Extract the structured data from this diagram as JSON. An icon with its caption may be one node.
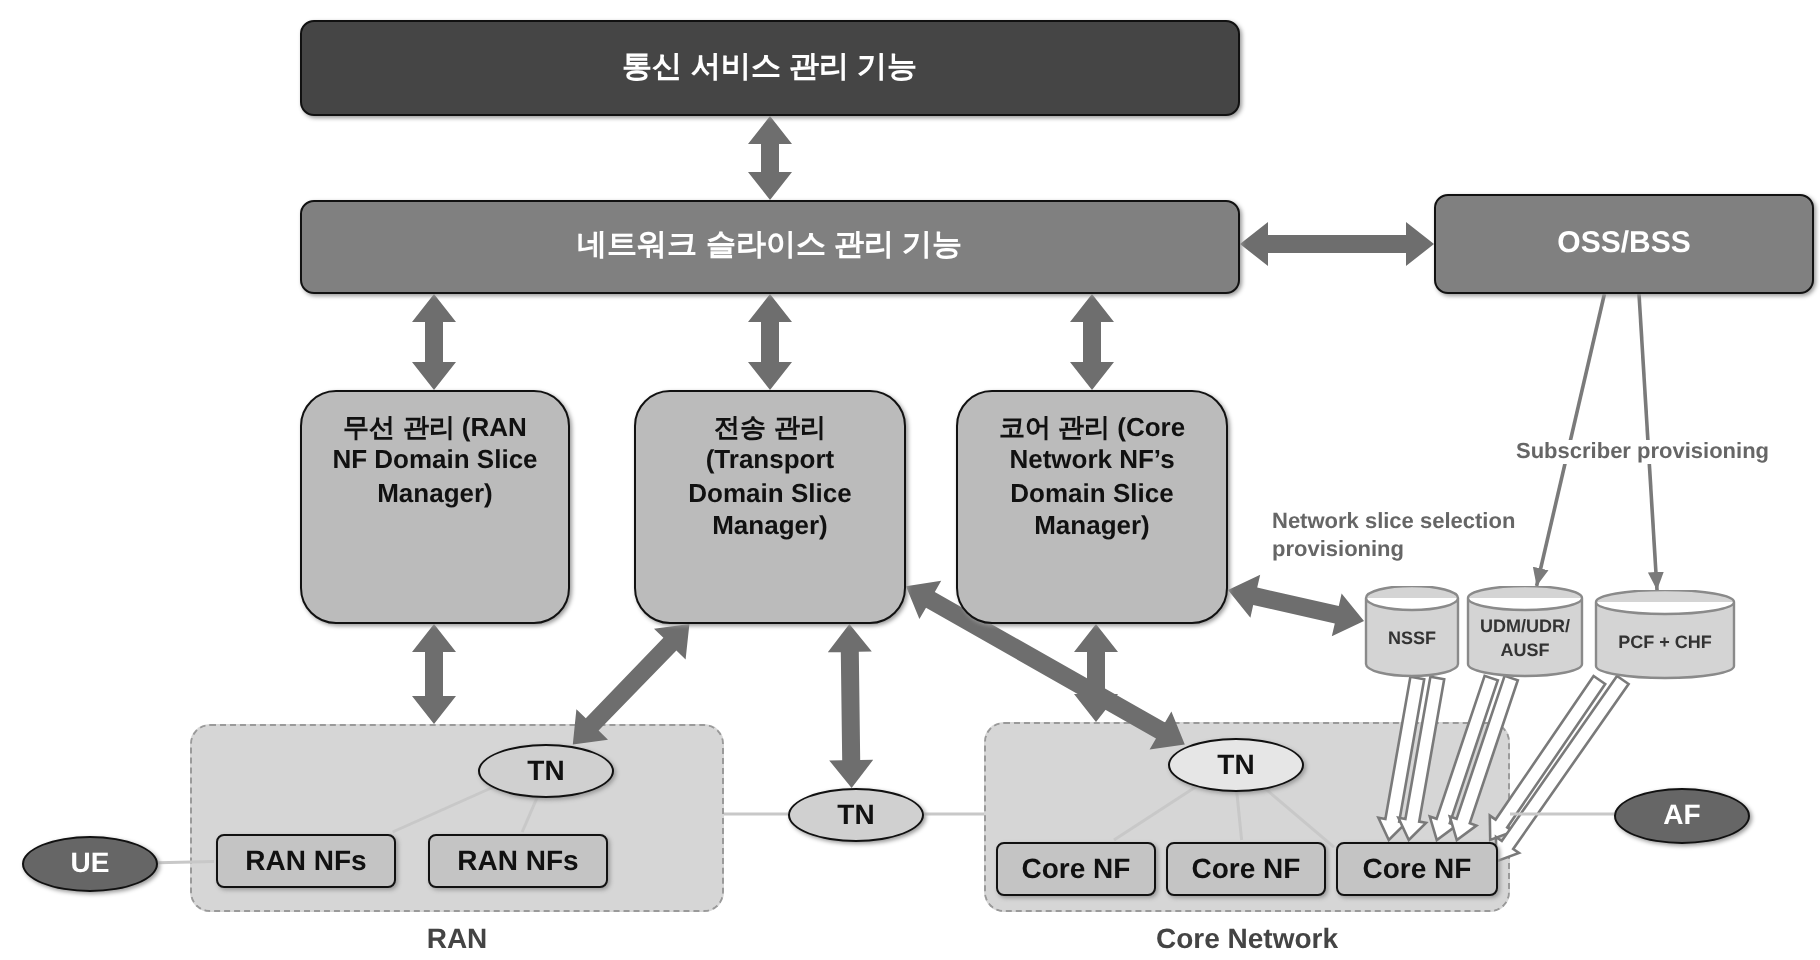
{
  "diagram": {
    "nodes": [
      {
        "text": [
          "통신 서비스 관리 기능"
        ]
      },
      {
        "text": [
          "네트워크 슬라이스 관리 기능"
        ]
      },
      {
        "text": [
          "OSS/BSS"
        ]
      },
      {
        "text": [
          "무선 관리 (RAN NF Domain Slice Manager)"
        ]
      },
      {
        "text": [
          "전송 관리 (Transport Domain Slice Manager)"
        ]
      },
      {
        "text": [
          "코어 관리 (Core Network NF’s Domain Slice Manager)"
        ]
      },
      {
        "text": [
          "RAN"
        ]
      },
      {
        "text": [
          "TN"
        ],
        "in": 6
      },
      {
        "text": [
          "RAN NFs"
        ],
        "in": 6
      },
      {
        "text": [
          "RAN NFs"
        ],
        "in": 6
      },
      {
        "text": [
          "UE"
        ]
      },
      {
        "text": [
          "TN"
        ]
      },
      {
        "text": [
          "Core Network"
        ]
      },
      {
        "text": [
          "TN"
        ],
        "in": 12
      },
      {
        "text": [
          "Core NF"
        ],
        "in": 12
      },
      {
        "text": [
          "Core NF"
        ],
        "in": 12
      },
      {
        "text": [
          "Core NF"
        ],
        "in": 12
      },
      {
        "text": [
          "AF"
        ]
      },
      {
        "text": [
          "NSSF"
        ]
      },
      {
        "text": [
          "UDM/UDR/ AUSF"
        ]
      },
      {
        "text": [
          "PCF + CHF"
        ]
      }
    ],
    "edges": [
      {
        "from": 0,
        "to": 1,
        "arrow": "both",
        "style": "thick"
      },
      {
        "from": 1,
        "to": 2,
        "arrow": "both",
        "style": "thick"
      },
      {
        "from": 1,
        "to": 3,
        "arrow": "both",
        "style": "thick"
      },
      {
        "from": 1,
        "to": 4,
        "arrow": "both",
        "style": "thick"
      },
      {
        "from": 1,
        "to": 5,
        "arrow": "both",
        "style": "thick"
      },
      {
        "from": 3,
        "to": 6,
        "arrow": "both",
        "style": "thick"
      },
      {
        "from": 4,
        "to": 7,
        "arrow": "both",
        "style": "thick"
      },
      {
        "from": 4,
        "to": 11,
        "arrow": "both",
        "style": "thick"
      },
      {
        "from": 4,
        "to": 13,
        "arrow": "both",
        "style": "thick"
      },
      {
        "from": 5,
        "to": 12,
        "arrow": "both",
        "style": "thick"
      },
      {
        "from": 5,
        "to": 18,
        "arrow": "both",
        "style": "thick",
        "label": "Network slice selection provisioning"
      },
      {
        "from": 2,
        "to": 19,
        "arrow": "to",
        "color": "#7a7a7a"
      },
      {
        "from": 2,
        "to": 20,
        "arrow": "to",
        "color": "#7a7a7a"
      },
      {
        "from": 18,
        "to": 16,
        "arrow": "to"
      },
      {
        "from": 18,
        "to": 16,
        "arrow": "to"
      },
      {
        "from": 19,
        "to": 16,
        "arrow": "to"
      },
      {
        "from": 19,
        "to": 16,
        "arrow": "to"
      },
      {
        "from": 20,
        "to": 16,
        "arrow": "to"
      },
      {
        "from": 20,
        "to": 16,
        "arrow": "to"
      },
      {
        "from": 10,
        "to": 8,
        "arrow": "none",
        "color": "#c8c8c8"
      },
      {
        "from": 7,
        "to": 8,
        "arrow": "none",
        "color": "#c8c8c8"
      },
      {
        "from": 7,
        "to": 9,
        "arrow": "none",
        "color": "#c8c8c8"
      },
      {
        "from": 6,
        "to": 11,
        "arrow": "none",
        "color": "#c8c8c8"
      },
      {
        "from": 11,
        "to": 12,
        "arrow": "none",
        "color": "#c8c8c8"
      },
      {
        "from": 12,
        "to": 17,
        "arrow": "none",
        "color": "#c8c8c8"
      },
      {
        "from": 13,
        "to": 14,
        "arrow": "none",
        "color": "#c8c8c8"
      },
      {
        "from": 13,
        "to": 15,
        "arrow": "none",
        "color": "#c8c8c8"
      },
      {
        "from": 13,
        "to": 16,
        "arrow": "none",
        "color": "#c8c8c8"
      }
    ],
    "labels": [
      "Subscriber provisioning"
    ]
  }
}
